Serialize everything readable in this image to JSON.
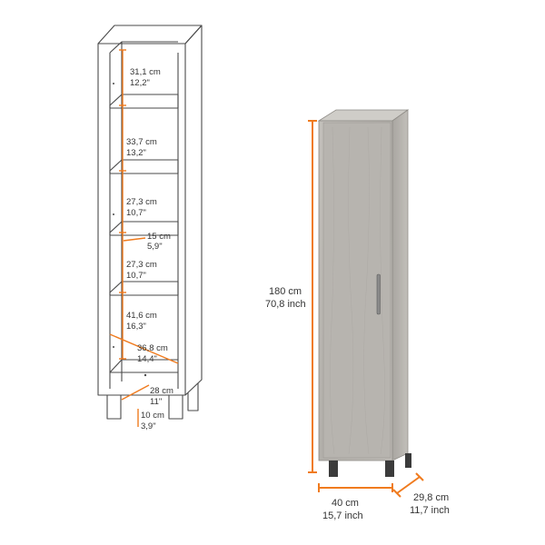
{
  "colors": {
    "accent": "#F07B1E",
    "outline": "#4a4a4a",
    "wood": "#b9b6b1",
    "text": "#333333"
  },
  "open_cabinet": {
    "shelf_gaps": [
      {
        "cm": "31,1 cm",
        "inch": "12,2\""
      },
      {
        "cm": "33,7 cm",
        "inch": "13,2\""
      },
      {
        "cm": "27,3 cm",
        "inch": "10,7\""
      },
      {
        "cm": "27,3 cm",
        "inch": "10,7\""
      },
      {
        "cm": "41,6 cm",
        "inch": "16,3\""
      }
    ],
    "shelf_depth": {
      "cm": "15 cm",
      "inch": "5,9\""
    },
    "inner_width": {
      "cm": "36,8 cm",
      "inch": "14,4\""
    },
    "inner_depth": {
      "cm": "28 cm",
      "inch": "11\""
    },
    "leg_height": {
      "cm": "10 cm",
      "inch": "3,9\""
    }
  },
  "closed_cabinet": {
    "height": {
      "cm": "180 cm",
      "inch": "70,8 inch"
    },
    "width": {
      "cm": "40 cm",
      "inch": "15,7 inch"
    },
    "depth": {
      "cm": "29,8 cm",
      "inch": "11,7 inch"
    }
  }
}
